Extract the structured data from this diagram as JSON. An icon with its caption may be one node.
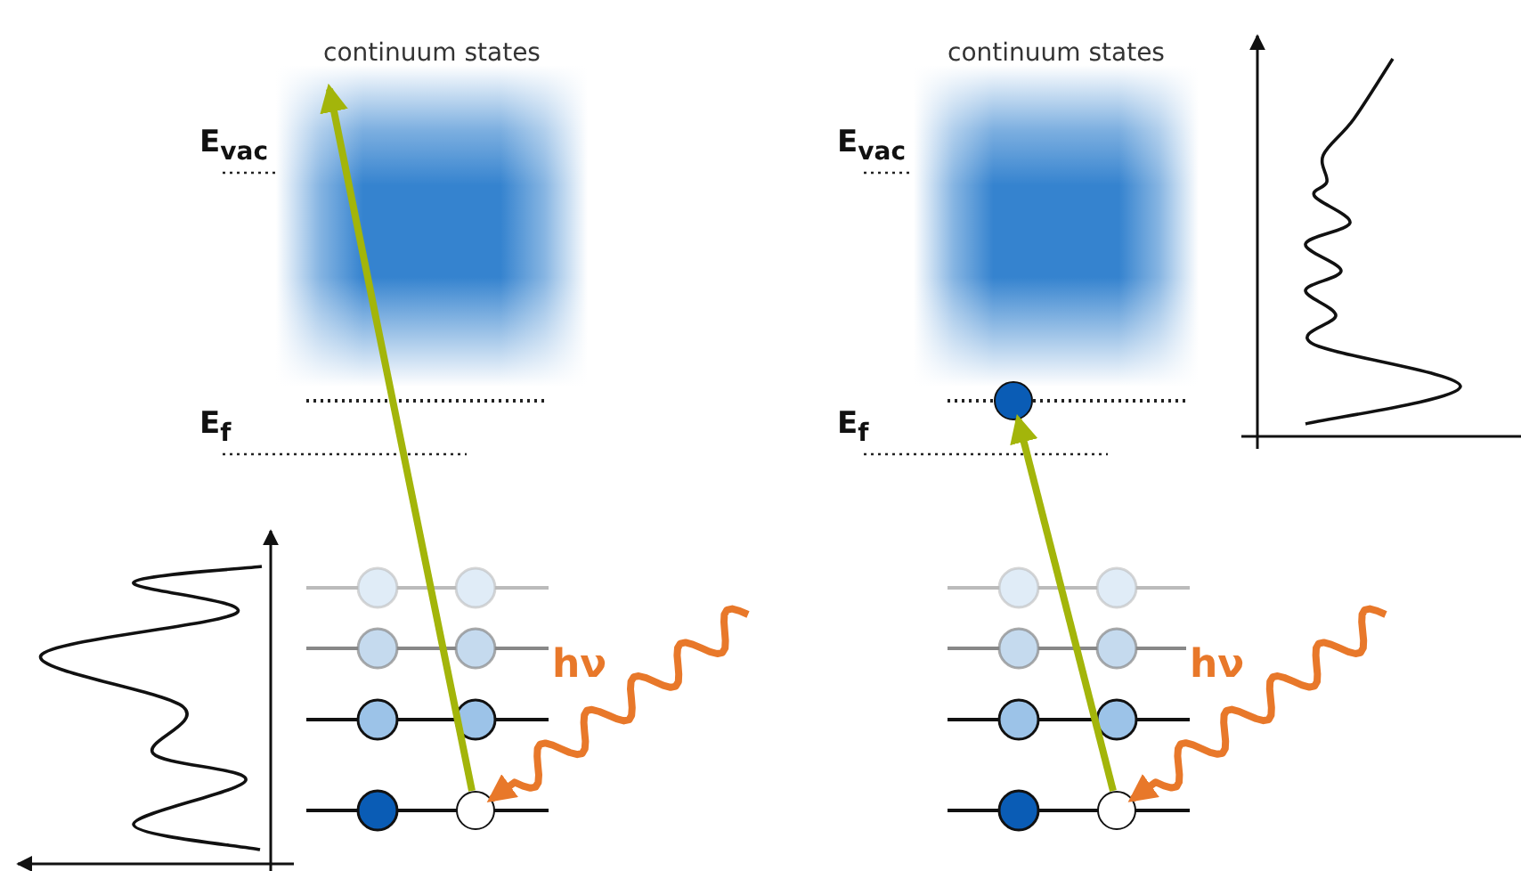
{
  "diagram": {
    "nodes": [
      {
        "text": [
          "continuum states"
        ]
      },
      {
        "text": [],
        "shape": "circle"
      },
      {
        "text": [
          "continuum states"
        ]
      },
      {
        "text": [],
        "shape": "circle"
      },
      {
        "text": [],
        "shape": "circle"
      }
    ],
    "edges": [
      {
        "from": 1,
        "to": 0,
        "arrow": "to",
        "color": "#a3b50a"
      },
      {
        "from": null,
        "to": 1,
        "arrow": "to",
        "label": "hν",
        "color": "#e8782a"
      },
      {
        "from": 4,
        "to": 3,
        "arrow": "to",
        "color": "#a3b50a"
      },
      {
        "from": null,
        "to": 4,
        "arrow": "to",
        "label": "hν",
        "color": "#e8782a"
      }
    ],
    "labels": [
      "E$_{vac}$",
      "E$_{f}$",
      "E$_{vac}$",
      "E$_{f}$"
    ]
  }
}
